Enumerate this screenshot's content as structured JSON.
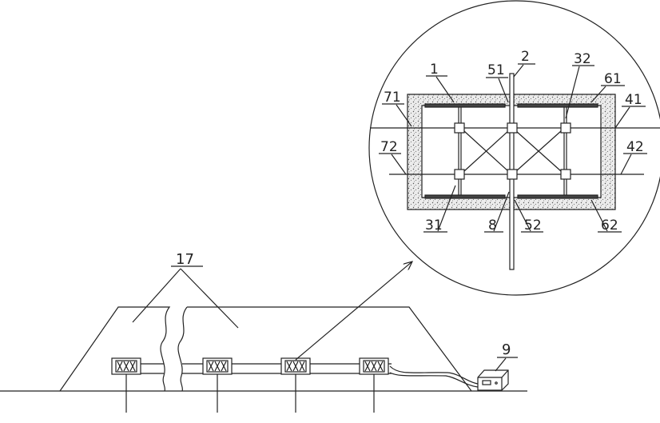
{
  "labels": {
    "l17": "17",
    "l9": "9",
    "l1": "1",
    "l2": "2",
    "l51": "51",
    "l32": "32",
    "l61": "61",
    "l71": "71",
    "l41": "41",
    "l72": "72",
    "l42": "42",
    "l31": "31",
    "l8": "8",
    "l52": "52",
    "l62": "62"
  },
  "colors": {
    "line": "#222222",
    "concrete_fill": "#e9e9e9"
  }
}
